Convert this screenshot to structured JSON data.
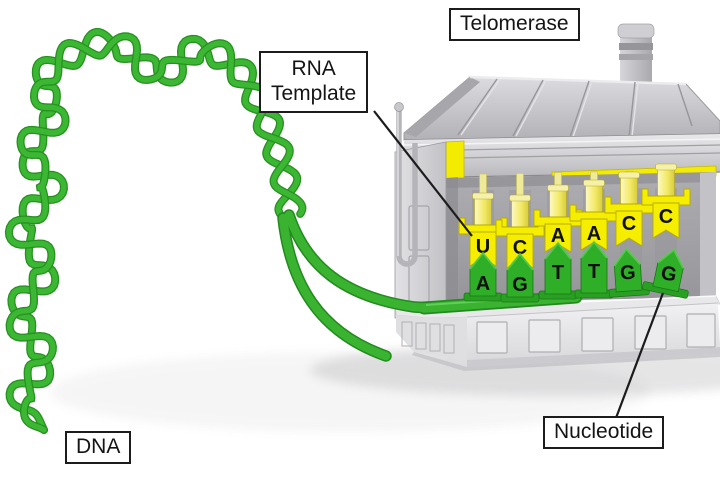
{
  "diagram": {
    "labels": {
      "telomerase": "Telomerase",
      "rna_template": {
        "line1": "RNA",
        "line2": "Template"
      },
      "dna": "DNA",
      "nucleotide": "Nucleotide"
    },
    "base_pairs": [
      {
        "rna": "U",
        "dna": "A",
        "state": "paired"
      },
      {
        "rna": "C",
        "dna": "G",
        "state": "paired"
      },
      {
        "rna": "A",
        "dna": "T",
        "state": "paired"
      },
      {
        "rna": "A",
        "dna": "T",
        "state": "paired"
      },
      {
        "rna": "C",
        "dna": "G",
        "state": "arriving"
      },
      {
        "rna": "C",
        "dna": "G",
        "state": "detached"
      }
    ],
    "colors": {
      "dna_green": "#3cb734",
      "dna_green_dark": "#27911f",
      "rna_yellow": "#f6ee00",
      "machine_gray": "#c9c9cd",
      "label_border": "#1c1c1c",
      "background": "#ffffff"
    }
  }
}
